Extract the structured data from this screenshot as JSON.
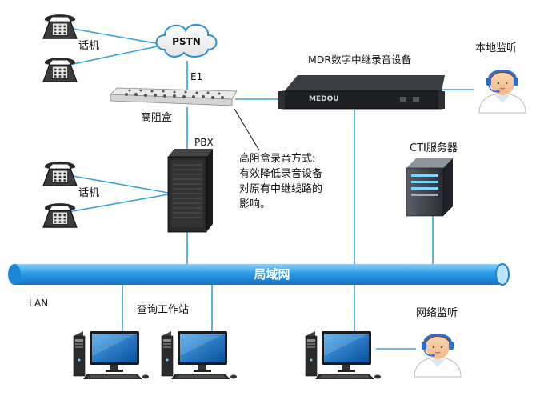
{
  "labels": {
    "pstn": "PSTN",
    "phone_top": "话机",
    "e1": "E1",
    "high_impedance_box": "高阻盒",
    "mdr_device": "MDR数字中继录音设备",
    "local_monitor": "本地监听",
    "pbx": "PBX",
    "phone_bottom": "话机",
    "cti_server": "CTI服务器",
    "lan_bus": "局域网",
    "lan": "LAN",
    "query_station": "查询工作站",
    "network_monitor": "网络监听",
    "device_brand": "MEDOU"
  },
  "note": {
    "lines": [
      "高阻盒录音方式:",
      "有效降低录音设备",
      "对原有中继线路的",
      "影响。"
    ]
  },
  "colors": {
    "link": "#3aa0d6",
    "lan_fill": "#2196e4",
    "lan_light": "#7ec8f4",
    "monitor_screen": "#1e78c8",
    "headset_blue": "#2a6fd0"
  }
}
